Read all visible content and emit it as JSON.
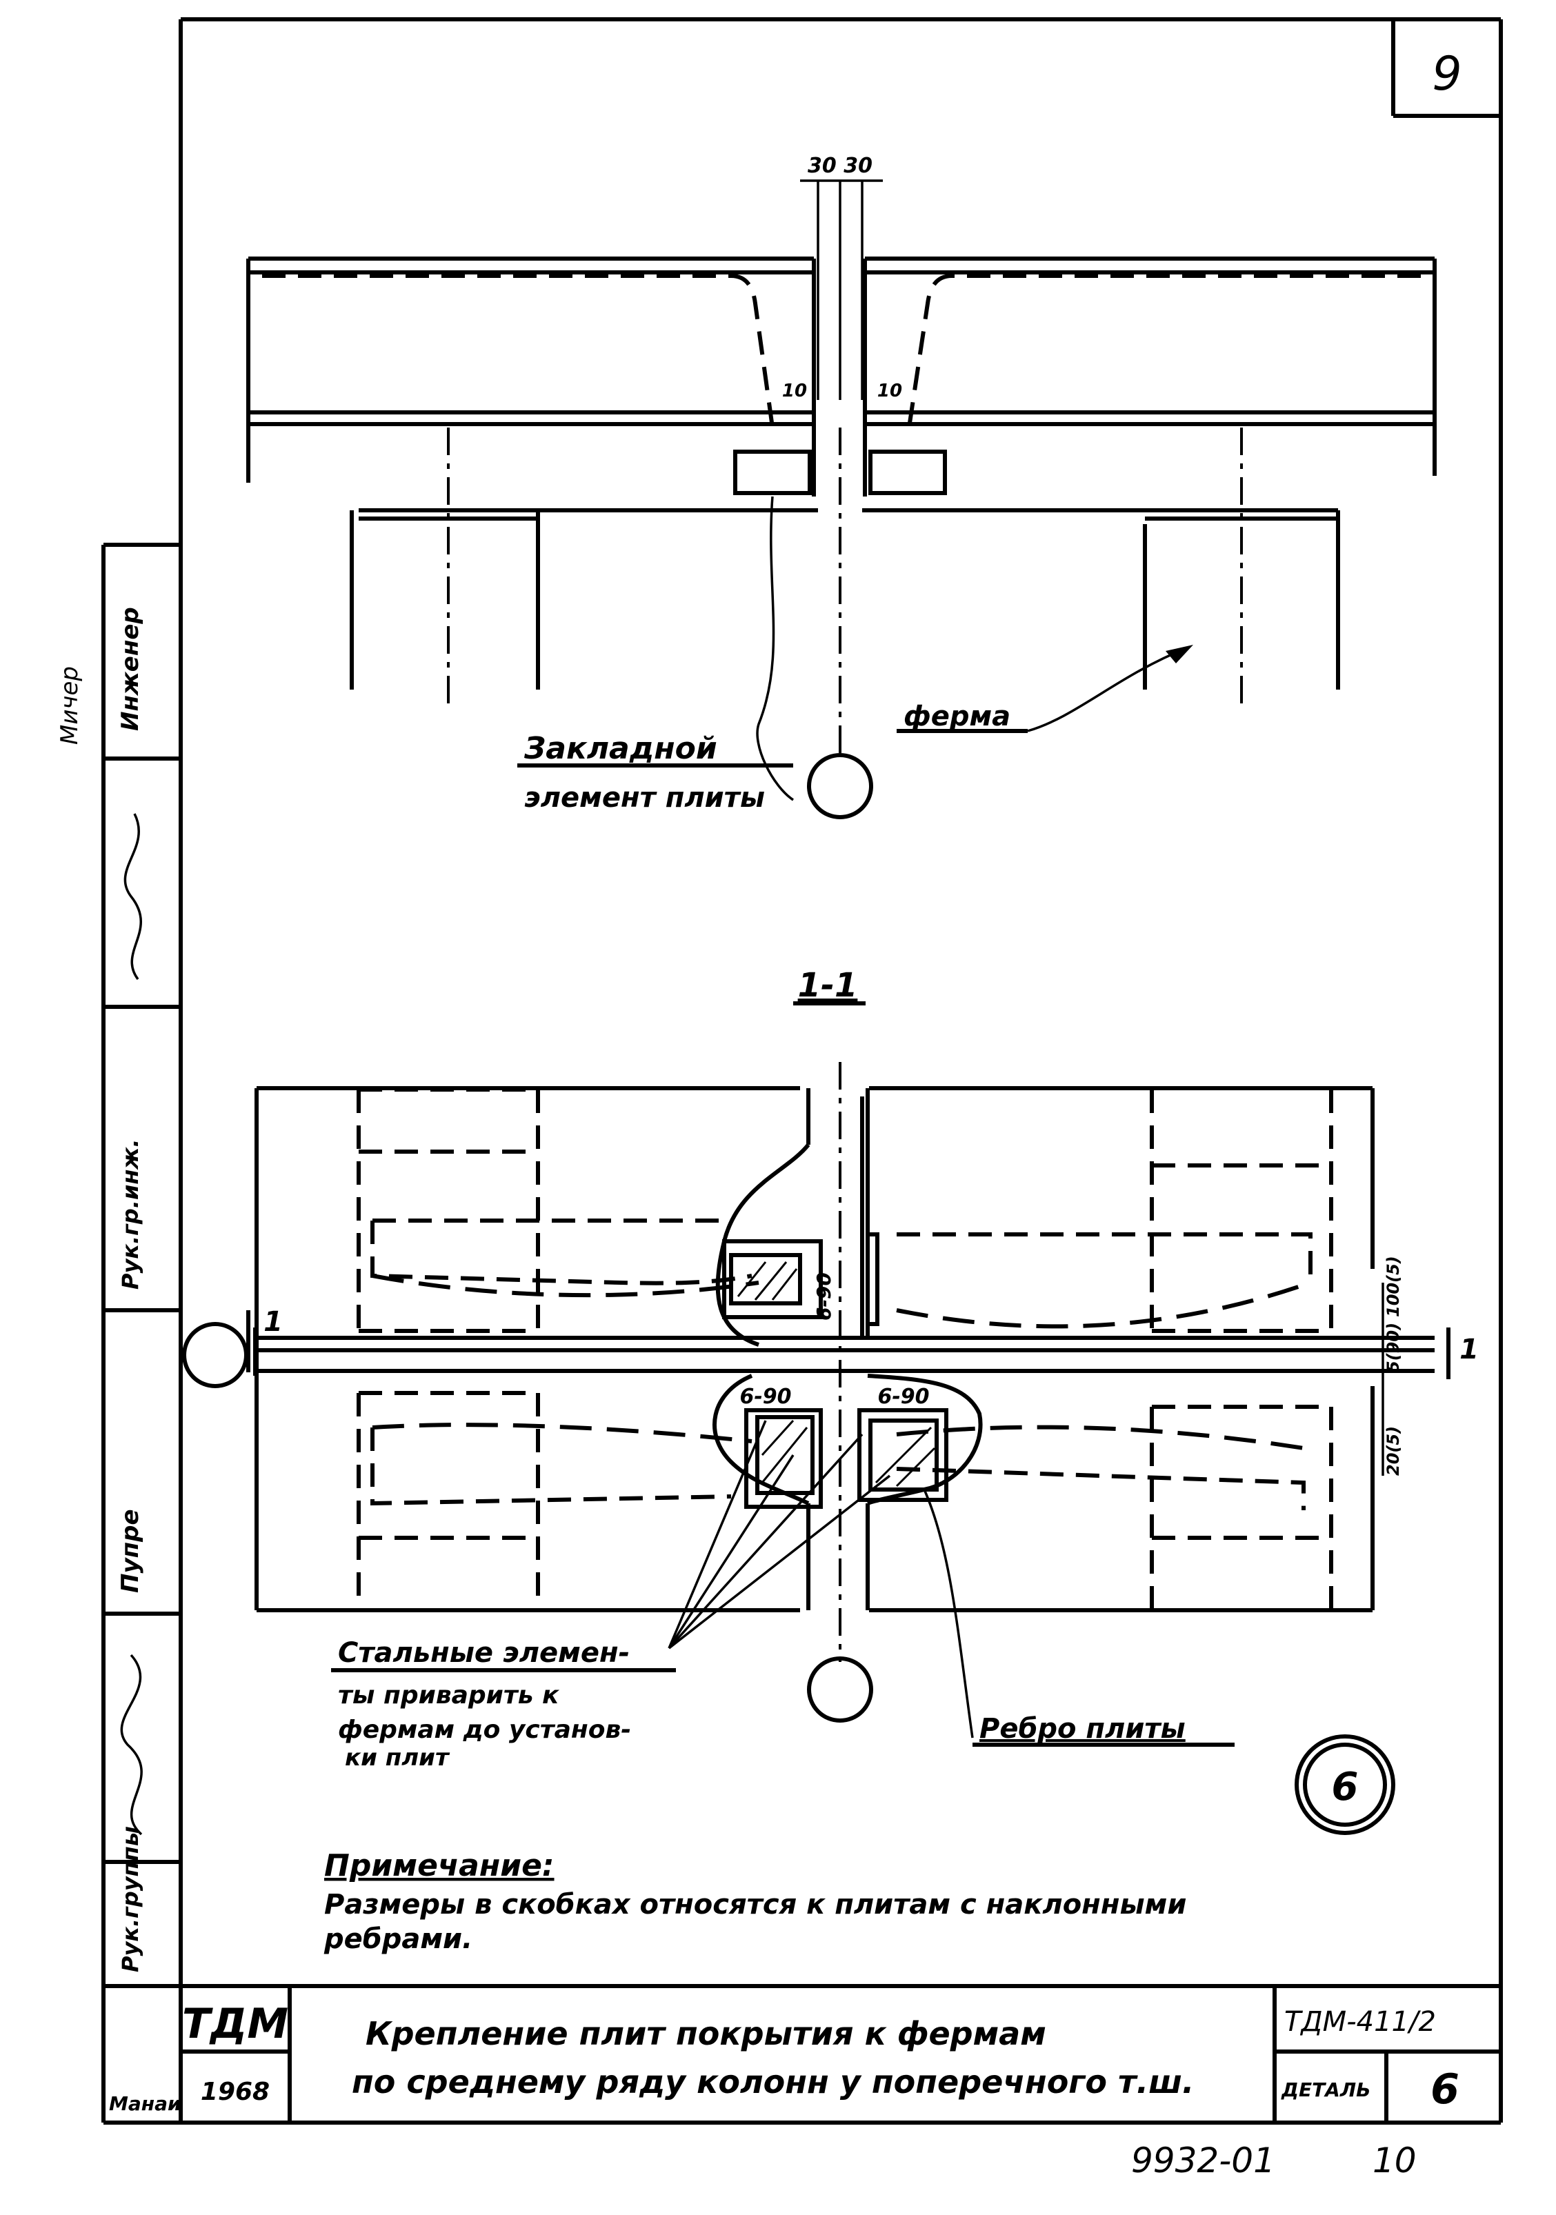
{
  "sheet": {
    "sheet_number": "9",
    "drawing_code": "ТДМ-411/2",
    "detail_label": "ДЕТАЛЬ",
    "detail_number": "6",
    "org": "ТДМ",
    "year": "1968",
    "title_line1": "Крепление плит покрытия к фермам",
    "title_line2": "по среднему ряду колонн у поперечного т.ш.",
    "archive_number": "9932-01",
    "page_number": "10"
  },
  "top_view": {
    "dim_top": "30 30",
    "dim_left": "10",
    "dim_right": "10",
    "label_embed_line1": "Закладной",
    "label_embed_line2": "элемент плиты",
    "label_truss": "ферма"
  },
  "section": {
    "section_mark": "1-1",
    "cut_left": "1",
    "cut_right": "1",
    "dim_a": "6-90",
    "dim_b": "6-90",
    "dim_c": "6-90",
    "dim_right_upper": "5(90)",
    "dim_right_mid": "100(5)",
    "dim_right_lower": "20(5)",
    "label_steel_line1": "Стальные элемен-",
    "label_steel_line2": "ты приварить к",
    "label_steel_line3": "фермам до установ-",
    "label_steel_line4": "ки плит",
    "label_rib": "Ребро плиты",
    "detail_circle": "6"
  },
  "note": {
    "heading": "Примечание:",
    "line1": "Размеры в скобках относятся к плитам с наклонными",
    "line2": "ребрами."
  },
  "side_stamp": {
    "row1": "Инженер",
    "row2": "Мичер",
    "row3": "Рук.гр.инж.",
    "row4": "Пупре",
    "row5": "Рук.группы",
    "row6": "Манаи"
  }
}
